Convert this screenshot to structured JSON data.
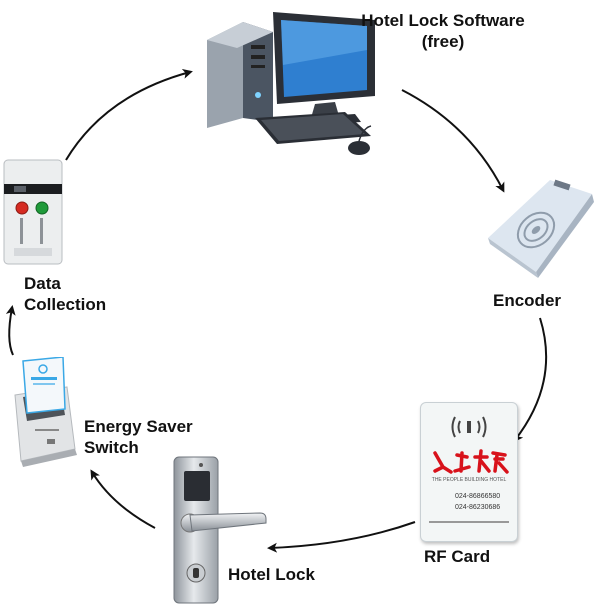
{
  "nodes": {
    "software": {
      "title": "Hotel Lock Software",
      "subtitle": "(free)",
      "icon": "desktop-computer-icon"
    },
    "encoder": {
      "title": "Encoder",
      "icon": "card-encoder-icon"
    },
    "rf_card": {
      "title": "RF Card",
      "icon": "rf-card-icon",
      "card_text": {
        "brand_en": "THE PEOPLE BUILDING HOTEL",
        "phone1": "024-86866580",
        "phone2": "024-86230686"
      }
    },
    "hotel_lock": {
      "title": "Hotel Lock",
      "icon": "door-lock-icon"
    },
    "energy_switch": {
      "title_line1": "Energy Saver",
      "title_line2": "Switch",
      "icon": "energy-saver-switch-icon"
    },
    "data_collection": {
      "title_line1": "Data",
      "title_line2": "Collection",
      "icon": "data-collector-icon"
    }
  },
  "colors": {
    "arrow": "#111111",
    "label": "#111111",
    "monitor_screen": "#2f7fd0",
    "card_red": "#d8121b",
    "button_red": "#d52a22",
    "button_green": "#1f9a3a"
  }
}
